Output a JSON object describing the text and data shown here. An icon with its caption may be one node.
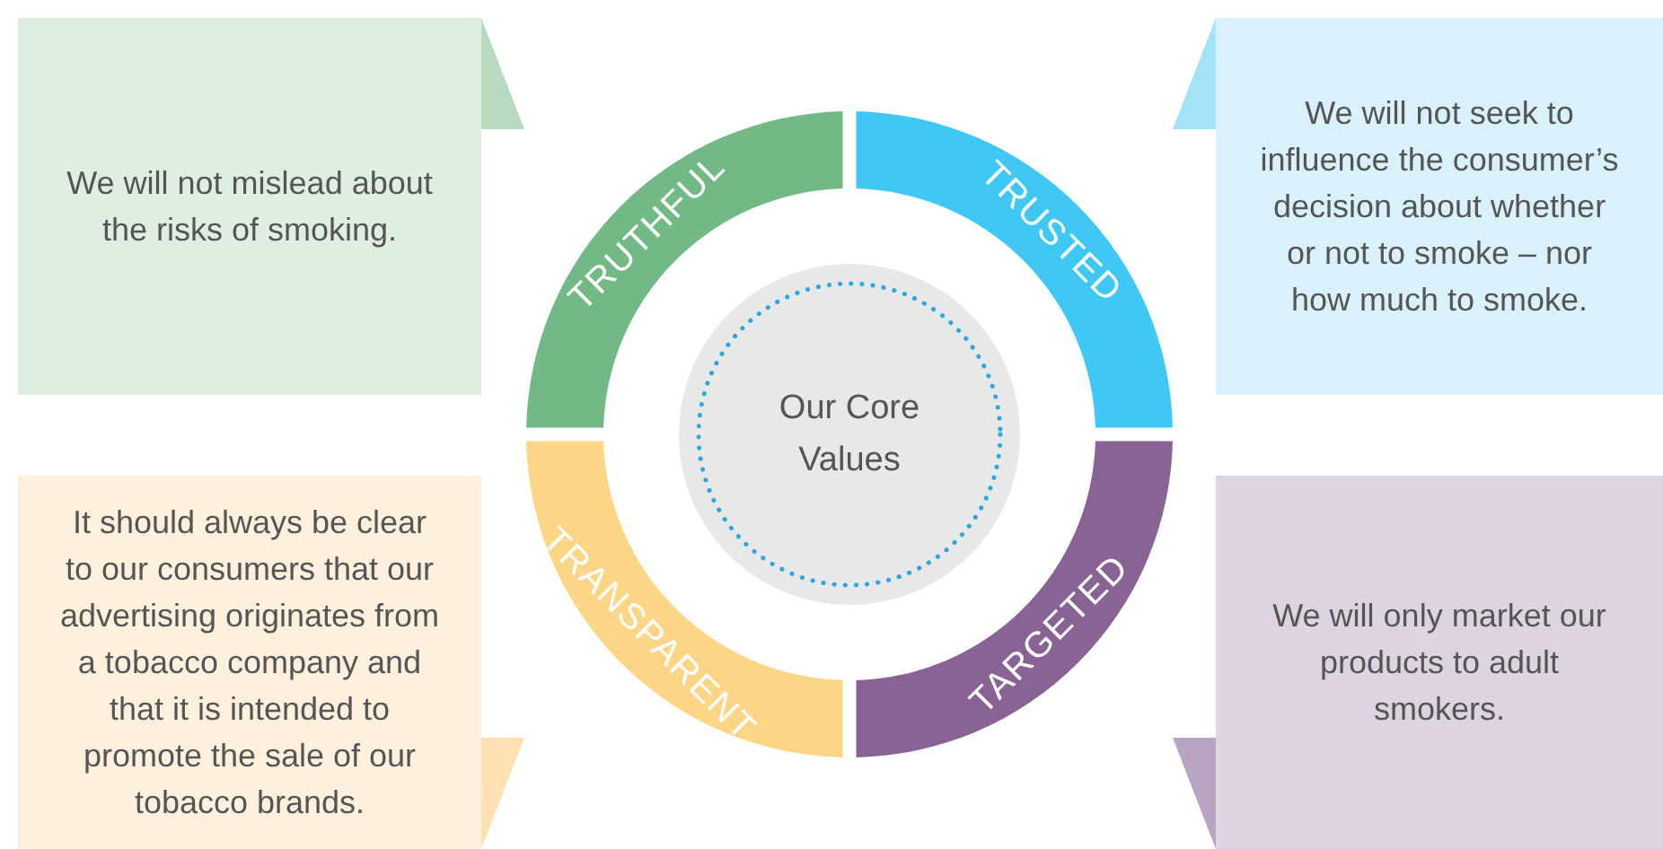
{
  "diagram": {
    "nodes": [
      {
        "text": [
          "Our Core Values"
        ]
      },
      {
        "text": [
          "TRUTHFUL"
        ]
      },
      {
        "text": [
          "TRUSTED"
        ]
      },
      {
        "text": [
          "TRANSPARENT"
        ]
      },
      {
        "text": [
          "TARGETED"
        ]
      },
      {
        "text": [
          "We will not mislead about the risks of smoking."
        ]
      },
      {
        "text": [
          "We will not seek to influence the consumer’s decision about whether or not to smoke – nor how much to smoke."
        ]
      },
      {
        "text": [
          "It should always be clear to our consumers that our advertising originates from a tobacco company and that it is intended to promote the sale of our tobacco brands."
        ]
      },
      {
        "text": [
          "We will only market our products to adult smokers."
        ]
      }
    ],
    "edges": []
  }
}
